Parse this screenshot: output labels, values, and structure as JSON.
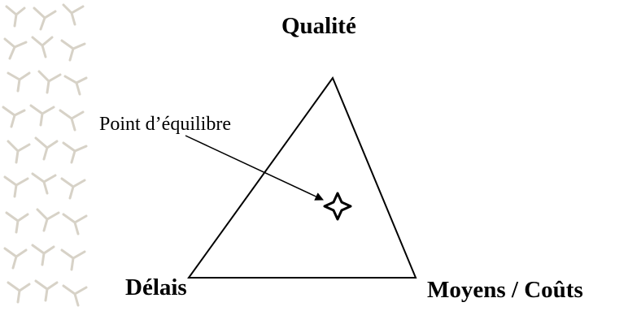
{
  "diagram": {
    "title_top": "Qualité",
    "vertex_left": "Délais",
    "vertex_right": "Moyens / Coûts",
    "annotation": "Point d’équilibre",
    "marker_icon": "four-point-star-icon"
  },
  "colors": {
    "stroke": "#000000",
    "background": "#ffffff",
    "texture": "#d7d2c7"
  }
}
